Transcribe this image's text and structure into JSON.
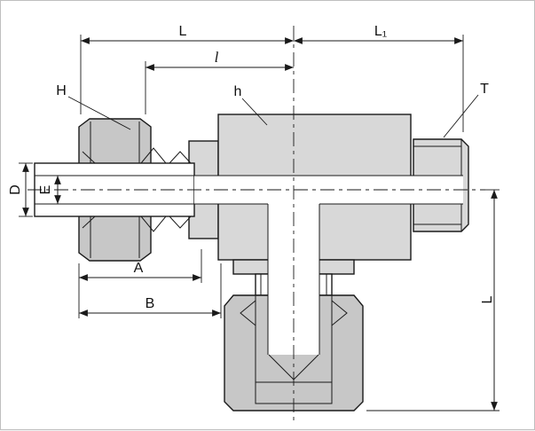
{
  "labels": {
    "run_length": "L",
    "run_length_right": "L₁",
    "center_to_nut": "l",
    "nut_hex": "H",
    "body_hex": "h",
    "thread": "T",
    "tube_od": "D",
    "tube_bore": "E",
    "nut_length": "A",
    "to_body_face": "B",
    "branch_length": "L"
  },
  "colors": {
    "background": "#ffffff",
    "line": "#1a1a1a",
    "body_fill": "#d8d8d8",
    "nut_fill": "#c7c7c7",
    "bore_fill": "#ffffff",
    "frame": "#bfbfbf"
  }
}
